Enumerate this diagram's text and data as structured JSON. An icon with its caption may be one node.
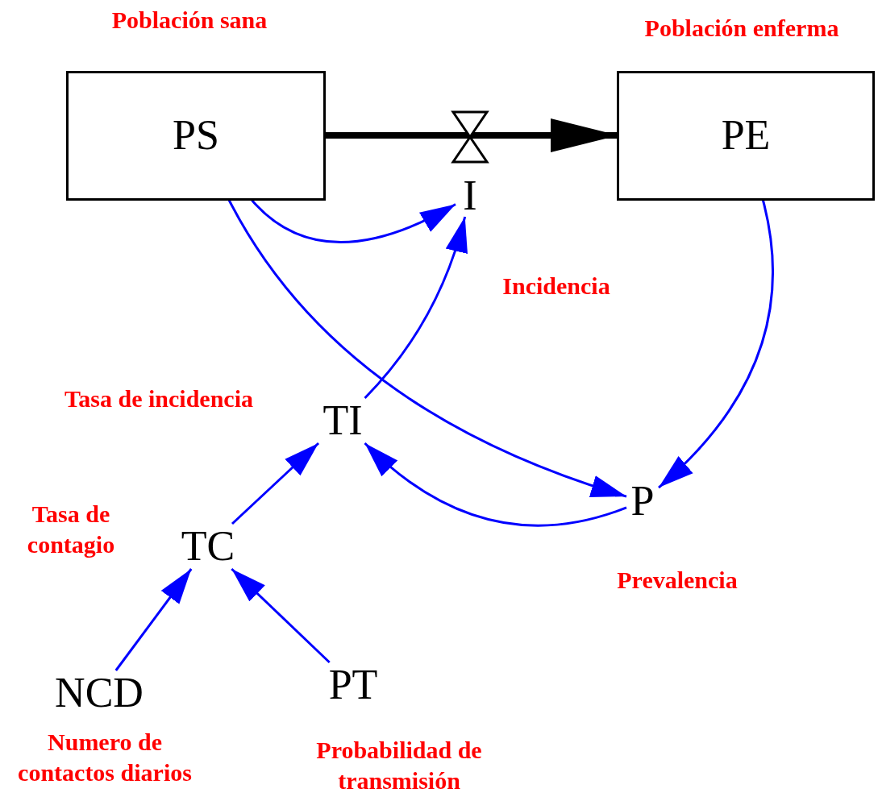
{
  "diagram": {
    "nodes": [
      {
        "text": [
          "PS"
        ],
        "beside": [
          "Población sana"
        ]
      },
      {
        "text": [
          "PE"
        ],
        "beside": [
          "Población enferma"
        ]
      },
      {
        "text": [
          "I"
        ],
        "beside": [
          "Incidencia"
        ]
      },
      {
        "text": [
          "TI"
        ],
        "beside": [
          "Tasa de incidencia"
        ]
      },
      {
        "text": [
          "P"
        ],
        "beside": [
          "Prevalencia"
        ]
      },
      {
        "text": [
          "TC"
        ],
        "beside": [
          "Tasa de contagio"
        ]
      },
      {
        "text": [
          "NCD"
        ],
        "beside": [
          "Numero de contactos diarios"
        ]
      },
      {
        "text": [
          "PT"
        ],
        "beside": [
          "Probabilidad de transmisión"
        ]
      }
    ],
    "edges": [
      {
        "from": 0,
        "to": 1,
        "arrow": "to",
        "style": "thick",
        "color": "#000000"
      },
      {
        "from": 0,
        "to": 2,
        "arrow": "to"
      },
      {
        "from": 3,
        "to": 2,
        "arrow": "to"
      },
      {
        "from": 0,
        "to": 4,
        "arrow": "to"
      },
      {
        "from": 1,
        "to": 4,
        "arrow": "to"
      },
      {
        "from": 4,
        "to": 3,
        "arrow": "to"
      },
      {
        "from": 5,
        "to": 3,
        "arrow": "to"
      },
      {
        "from": 6,
        "to": 5,
        "arrow": "to"
      },
      {
        "from": 7,
        "to": 5,
        "arrow": "to"
      }
    ]
  }
}
